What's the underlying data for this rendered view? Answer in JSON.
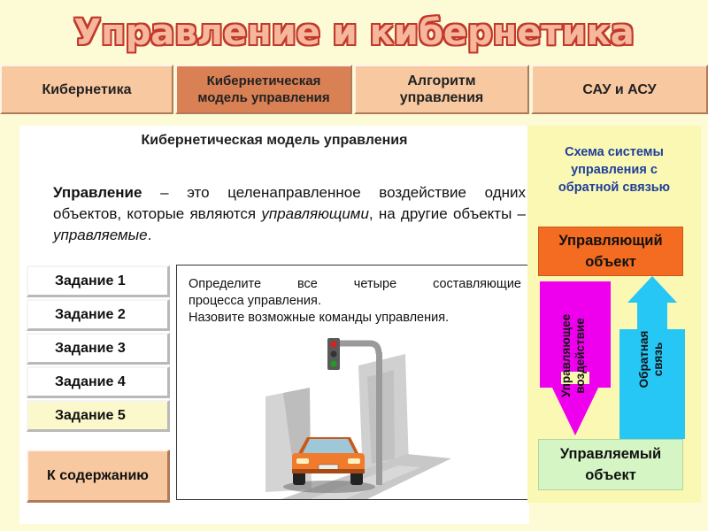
{
  "title": "Управление и кибернетика",
  "nav": [
    {
      "label": "Кибернетика",
      "active": false
    },
    {
      "label": "Кибернетическая модель управления",
      "active": true
    },
    {
      "label": "Алгоритм управления",
      "active": false
    },
    {
      "label": "САУ и АСУ",
      "active": false
    }
  ],
  "main": {
    "heading": "Кибернетическая модель управления",
    "definition": {
      "term": "Управление",
      "part1": " – это целенаправленное воздействие одних объектов, которые являются ",
      "em1": "управляющими",
      "part2": ", на другие объекты – ",
      "em2": "управляемые",
      "part3": "."
    }
  },
  "tasks": [
    "Задание 1",
    "Задание 2",
    "Задание 3",
    "Задание 4",
    "Задание 5"
  ],
  "active_task_index": 4,
  "toc_label": "К содержанию",
  "task_box": {
    "line1": "Определите все четыре составляющие",
    "line2": "процесса управления.",
    "line3": "Назовите возможные команды управления."
  },
  "scheme": {
    "title": "Схема системы управления с обратной связью",
    "control_object": "Управляющий объект",
    "controlled_object": "Управляемый объект",
    "control_action": "Управляющее воздействие",
    "feedback": "Обратная связь"
  },
  "colors": {
    "background": "#fdfbd6",
    "nav_button": "#f8c8a0",
    "nav_active": "#d98055",
    "control_box": "#f36c21",
    "controlled_box": "#d5f5c5",
    "control_arrow": "#ee00ee",
    "feedback_arrow": "#26c6f5",
    "scheme_title": "#1e3f9a"
  },
  "icons": [
    "traffic-light-icon",
    "car-icon"
  ]
}
